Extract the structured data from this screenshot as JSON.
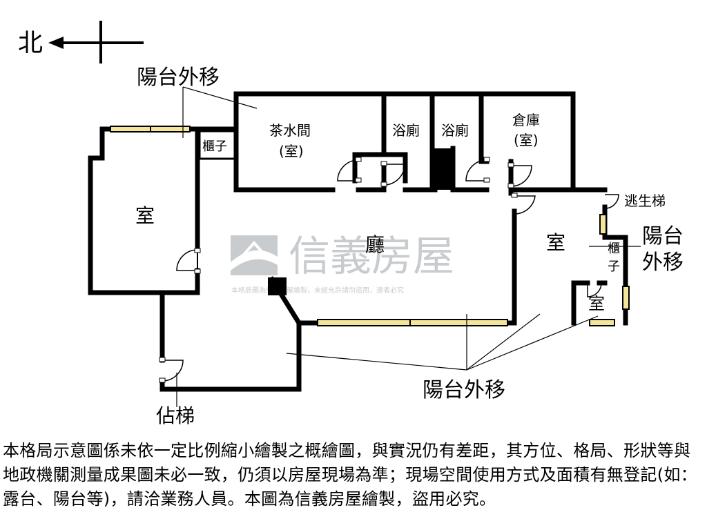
{
  "compass": {
    "north": "北"
  },
  "rooms": {
    "room_west": "室",
    "tea_room": "茶水間",
    "tea_room_sub": "(室)",
    "bath_1": "浴廁",
    "bath_2": "浴廁",
    "storage": "倉庫",
    "storage_sub": "(室)",
    "living": "廳",
    "room_east": "室",
    "room_small": "室",
    "cabinet_north": "櫃子",
    "cabinet_east_1": "櫃",
    "cabinet_east_2": "子"
  },
  "callouts": {
    "balcony_top": "陽台外移",
    "balcony_east_1": "陽台",
    "balcony_east_2": "外移",
    "balcony_bottom": "陽台外移",
    "escape_stair": "逃生梯",
    "occupied_stair": "佔梯"
  },
  "watermark": {
    "brand": "信義房屋",
    "notice": "本格局圖為信義房屋繪製，未經允許請勿盜用，違者必究"
  },
  "disclaimer": "本格局示意圖係未依一定比例縮小繪製之概繪圖，與實況仍有差距，其方位、格局、形狀等與地政機關測量成果圖未必一致，仍須以房屋現場為準；現場空間使用方式及面積有無登記(如：露台、陽台等)，請洽業務人員。本圖為信義房屋繪製，盜用必究。",
  "colors": {
    "wall": "#000000",
    "window_fill": "#f3e69a",
    "watermark": "#c8cccf"
  }
}
